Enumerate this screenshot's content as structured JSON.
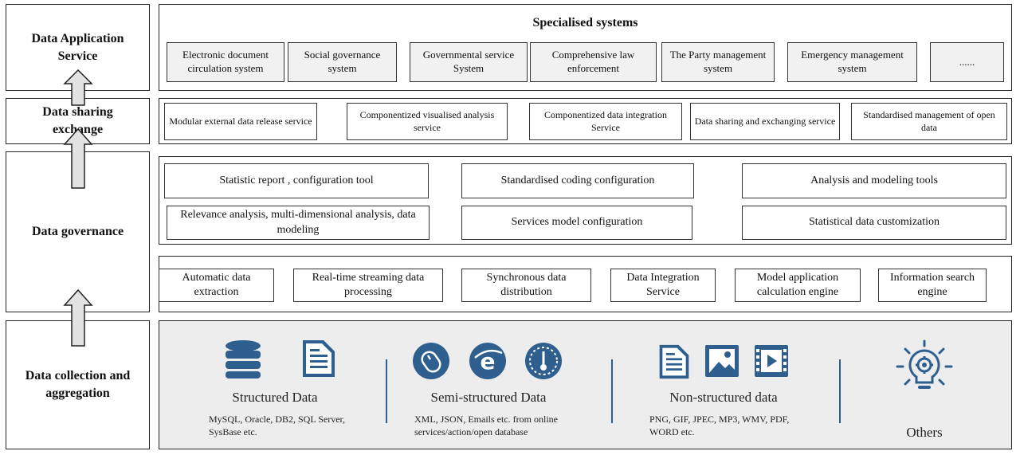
{
  "layers": {
    "application": "Data Application Service",
    "sharing": "Data sharing exchange",
    "governance": "Data governance",
    "collection": "Data collection and aggregation"
  },
  "specialised": {
    "title": "Specialised systems",
    "items": [
      "Electronic document circulation system",
      "Social governance system",
      "Governmental service System",
      "Comprehensive law enforcement",
      "The Party management system",
      "Emergency management system",
      "......"
    ]
  },
  "sharing_services": [
    "Modular external data release service",
    "Componentized visualised analysis service",
    "Componentized data integration Service",
    "Data sharing and exchanging service",
    "Standardised management of open data"
  ],
  "governance_tools": [
    "Statistic report , configuration tool",
    "Standardised coding configuration",
    "Analysis and modeling tools",
    "Relevance analysis, multi-dimensional analysis, data modeling",
    "Services model configuration",
    "Statistical data customization"
  ],
  "engines": [
    "Automatic data extraction",
    "Real-time streaming data processing",
    "Synchronous data distribution",
    "Data Integration Service",
    "Model application calculation engine",
    "Information search engine"
  ],
  "data_types": {
    "structured": {
      "title": "Structured Data",
      "desc": "MySQL, Oracle, DB2, SQL Server, SysBase etc."
    },
    "semi": {
      "title": "Semi-structured Data",
      "desc": "XML, JSON, Emails etc. from online services/action/open database"
    },
    "non": {
      "title": "Non-structured data",
      "desc": "PNG, GIF, JPEC, MP3, WMV, PDF, WORD etc."
    },
    "others": {
      "title": "Others"
    }
  },
  "colors": {
    "icon": "#2e5f8f",
    "gray_panel": "#ededed",
    "arrow_fill": "#e2e2e2"
  },
  "icons": [
    "database-icon",
    "document-icon",
    "mouse-icon",
    "browser-icon",
    "gauge-icon",
    "document-icon",
    "image-icon",
    "video-icon",
    "lightbulb-gear-icon"
  ]
}
